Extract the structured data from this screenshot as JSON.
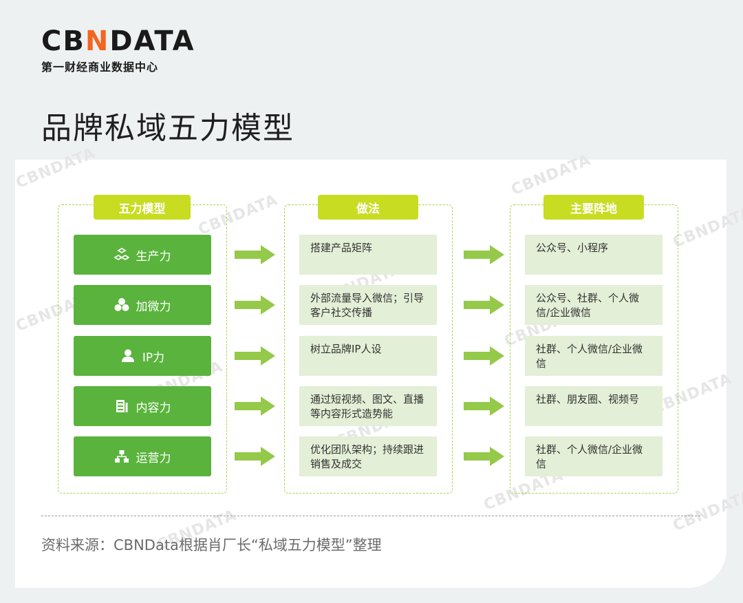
{
  "logo": {
    "brand_pre": "CB",
    "brand_accent": "N",
    "brand_post": "DATA",
    "subtitle": "第一财经商业数据中心"
  },
  "title": "品牌私域五力模型",
  "columns": {
    "model": {
      "header": "五力模型"
    },
    "method": {
      "header": "做法"
    },
    "channel": {
      "header": "主要阵地"
    }
  },
  "rows": [
    {
      "force": "生产力",
      "icon": "cubes-icon",
      "method": "搭建产品矩阵",
      "channel": "公众号、小程序"
    },
    {
      "force": "加微力",
      "icon": "circles-icon",
      "method": "外部流量导入微信；引导客户社交传播",
      "channel": "公众号、社群、个人微信/企业微信"
    },
    {
      "force": "IP力",
      "icon": "person-icon",
      "method": "树立品牌IP人设",
      "channel": "社群、个人微信/企业微信"
    },
    {
      "force": "内容力",
      "icon": "document-icon",
      "method": "通过短视频、图文、直播等内容形式造势能",
      "channel": "社群、朋友圈、视频号"
    },
    {
      "force": "运营力",
      "icon": "org-chart-icon",
      "method": "优化团队架构；持续跟进销售及成交",
      "channel": "社群、个人微信/企业微信"
    }
  ],
  "source": "资料来源：CBNData根据肖厂长“私域五力模型”整理",
  "colors": {
    "force_green": "#5ab33c",
    "header_lime": "#c8dc22",
    "box_light": "#e3efd6",
    "arrow": "#94c94a",
    "logo_accent": "#f26522"
  }
}
